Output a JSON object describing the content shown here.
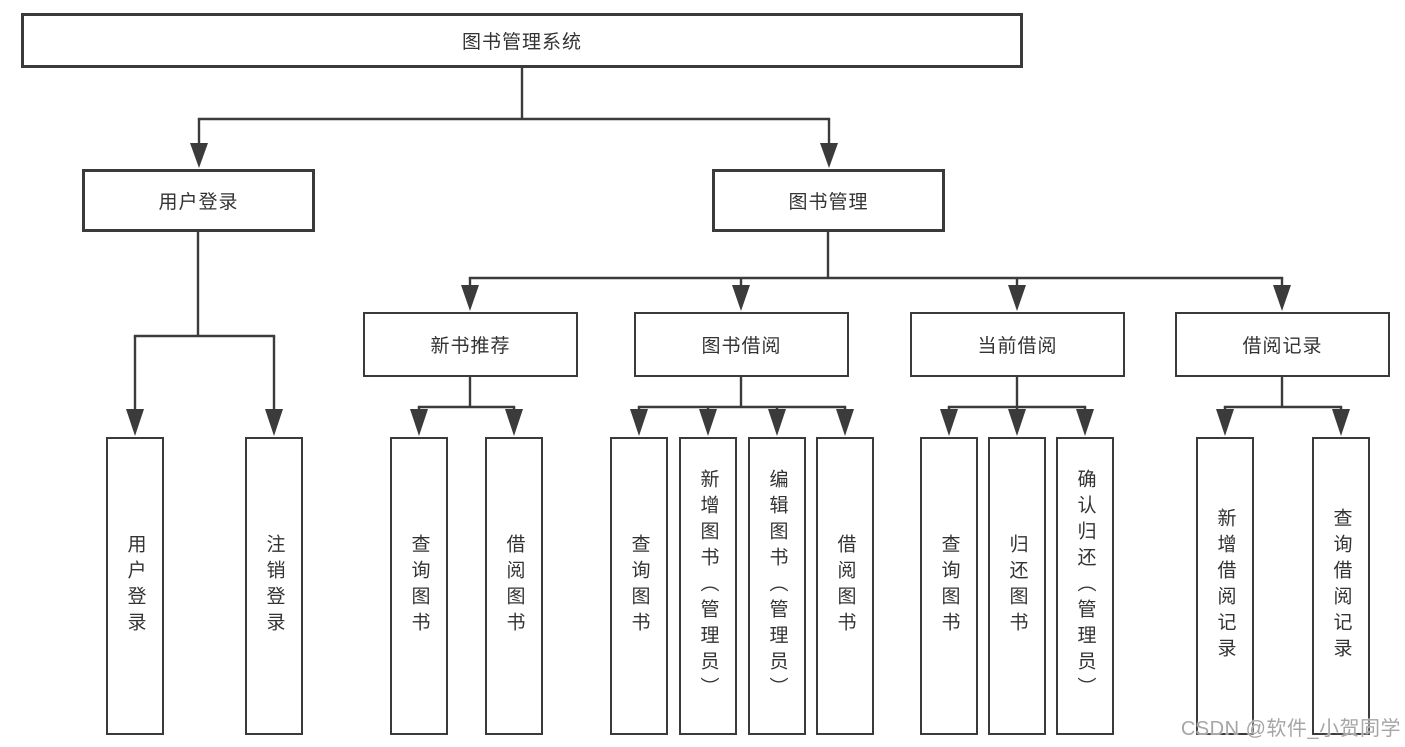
{
  "diagram": {
    "title": "图书管理系统",
    "level1": {
      "login": "用户登录",
      "book_mgmt": "图书管理"
    },
    "level2": {
      "new_books": "新书推荐",
      "book_borrow": "图书借阅",
      "current_borrow": "当前借阅",
      "borrow_records": "借阅记录"
    },
    "leaves": {
      "user_login": "用户登录",
      "logout": "注销登录",
      "nb_query_books": "查询图书",
      "nb_borrow_books": "借阅图书",
      "bb_query_books": "查询图书",
      "bb_add_books": "新增图书（管理员）",
      "bb_edit_books": "编辑图书（管理员）",
      "bb_borrow_books": "借阅图书",
      "cb_query_books": "查询图书",
      "cb_return_books": "归还图书",
      "cb_confirm_return": "确认归还（管理员）",
      "br_add_record": "新增借阅记录",
      "br_query_record": "查询借阅记录"
    }
  },
  "watermark": "CSDN @软件_小贺同学",
  "colors": {
    "line": "#3b3b3b",
    "text": "#333333",
    "border": "#3a3a3a",
    "watermark": "#a6a6a6",
    "background": "#ffffff"
  }
}
